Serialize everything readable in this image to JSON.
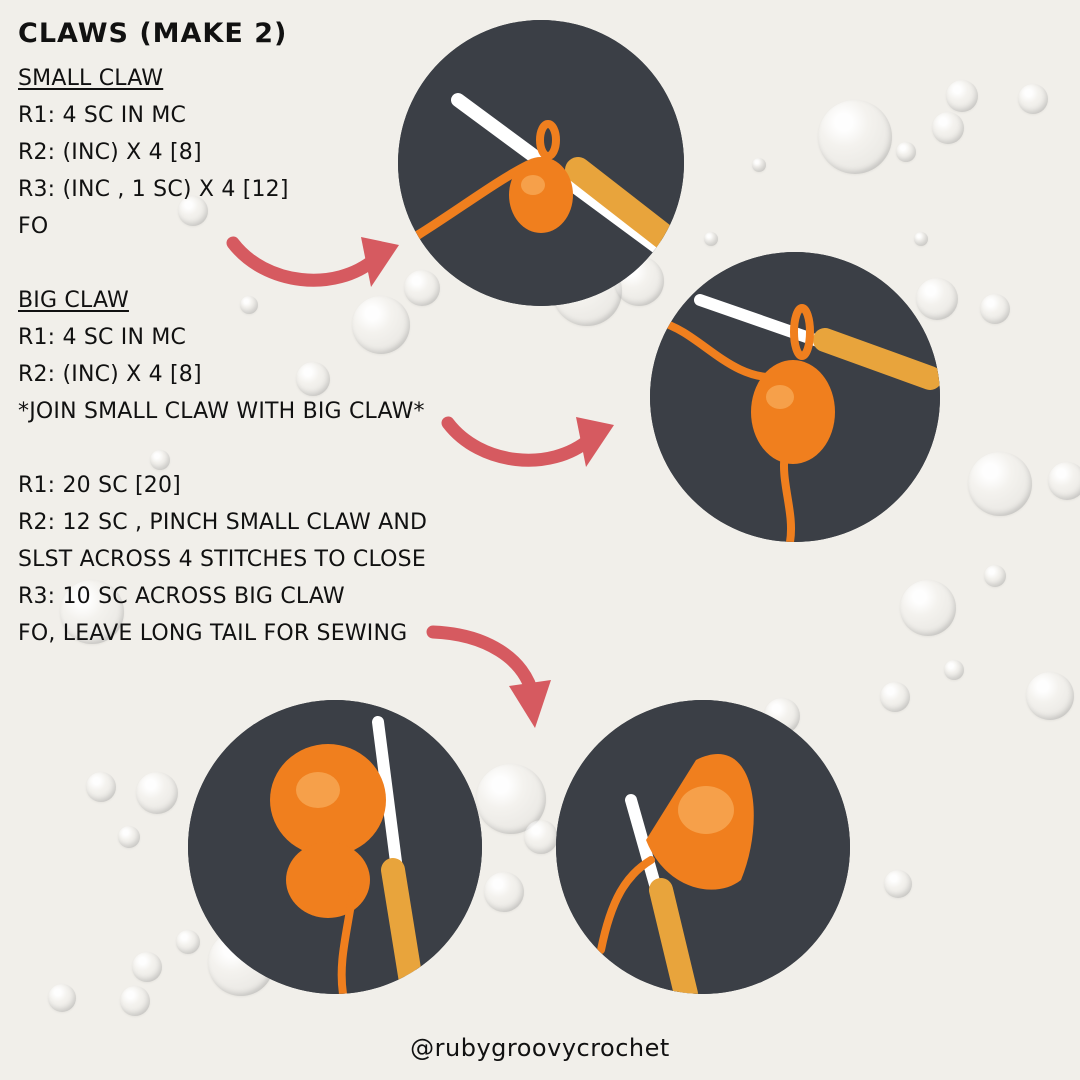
{
  "title": "CLAWS (MAKE 2)",
  "small_claw": {
    "heading": "SMALL CLAW",
    "rows": [
      "R1: 4 SC IN MC",
      "R2: (INC) X 4 [8]",
      "R3: (INC , 1 SC) X 4 [12]",
      "FO"
    ]
  },
  "big_claw": {
    "heading": "BIG CLAW",
    "rows": [
      "R1: 4 SC IN MC",
      "R2: (INC) X 4 [8]",
      "*JOIN SMALL CLAW WITH BIG CLAW*"
    ]
  },
  "join_rows": [
    "R1: 20 SC [20]",
    "R2: 12 SC , PINCH SMALL CLAW AND",
    "SLST ACROSS 4 STITCHES TO CLOSE",
    "R3: 10 SC ACROSS BIG CLAW",
    "FO, LEAVE LONG TAIL FOR SEWING"
  ],
  "footer": "@rubygroovycrochet",
  "colors": {
    "background": "#f1efea",
    "arrow": "#d65a60",
    "yarn": "#f07f1e",
    "hook": "#e8a43c",
    "fabric": "#3b3f46"
  }
}
